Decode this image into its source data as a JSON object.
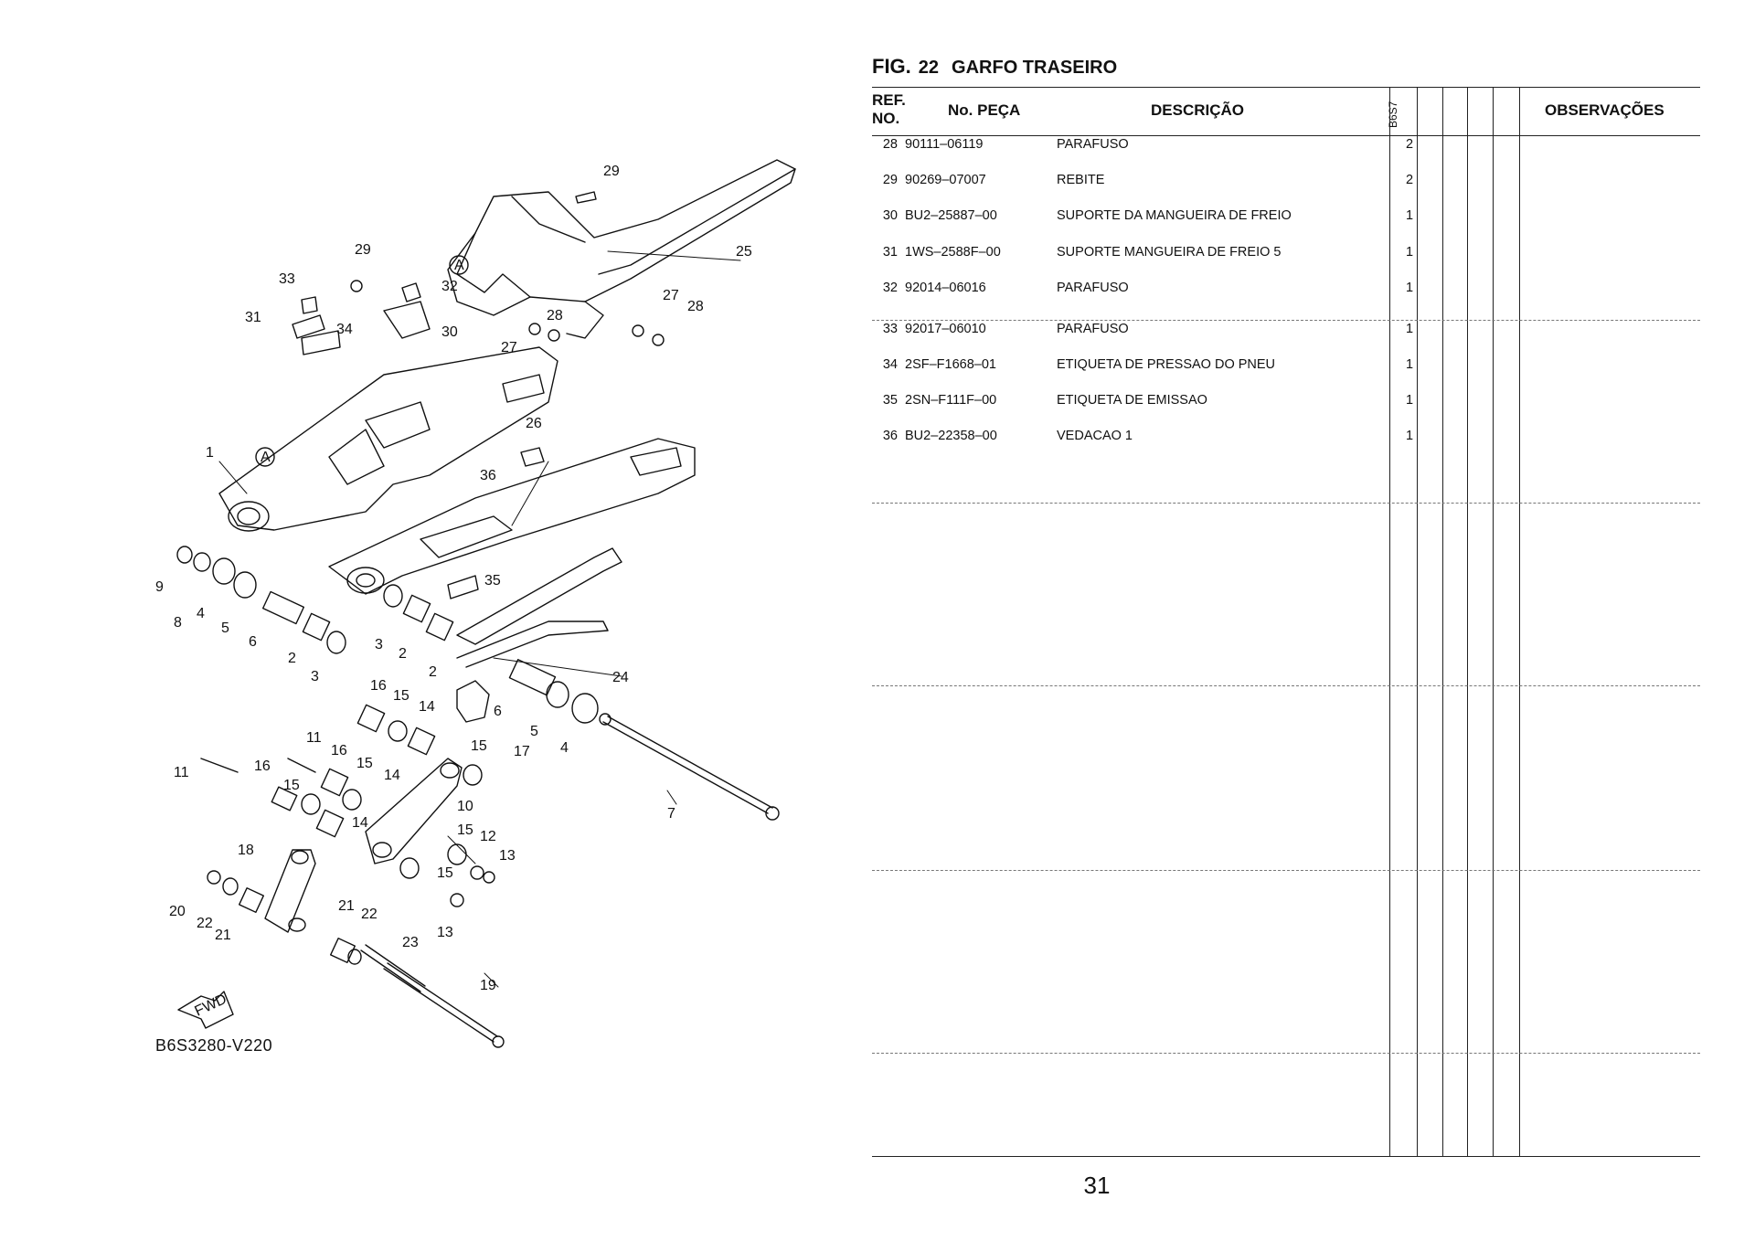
{
  "figure": {
    "fig_label": "FIG.",
    "number": "22",
    "title": "GARFO TRASEIRO"
  },
  "table": {
    "headers": {
      "ref": "REF.",
      "no": "NO.",
      "part_no": "No. PEÇA",
      "description": "DESCRIÇÃO",
      "model": "B6S7",
      "observations": "OBSERVAÇÕES"
    },
    "rows": [
      {
        "ref": "28",
        "part": "90111–06119",
        "desc": "PARAFUSO",
        "qty": "2"
      },
      {
        "ref": "29",
        "part": "90269–07007",
        "desc": "REBITE",
        "qty": "2"
      },
      {
        "ref": "30",
        "part": "BU2–25887–00",
        "desc": "SUPORTE DA MANGUEIRA DE FREIO",
        "qty": "1"
      },
      {
        "ref": "31",
        "part": "1WS–2588F–00",
        "desc": "SUPORTE MANGUEIRA DE FREIO 5",
        "qty": "1"
      },
      {
        "ref": "32",
        "part": "92014–06016",
        "desc": "PARAFUSO",
        "qty": "1"
      },
      {
        "ref": "33",
        "part": "92017–06010",
        "desc": "PARAFUSO",
        "qty": "1"
      },
      {
        "ref": "34",
        "part": "2SF–F1668–01",
        "desc": "ETIQUETA DE PRESSAO DO PNEU",
        "qty": "1"
      },
      {
        "ref": "35",
        "part": "2SN–F111F–00",
        "desc": "ETIQUETA DE EMISSAO",
        "qty": "1"
      },
      {
        "ref": "36",
        "part": "BU2–22358–00",
        "desc": "VEDACAO 1",
        "qty": "1"
      }
    ]
  },
  "diagram": {
    "code": "B6S3280-V220",
    "fwd_label": "FWD",
    "ref_marker": "A",
    "callouts": [
      "1",
      "2",
      "3",
      "4",
      "5",
      "6",
      "7",
      "8",
      "9",
      "10",
      "11",
      "12",
      "13",
      "14",
      "15",
      "16",
      "17",
      "18",
      "19",
      "20",
      "21",
      "22",
      "23",
      "24",
      "25",
      "26",
      "27",
      "28",
      "29",
      "30",
      "31",
      "32",
      "33",
      "34",
      "35",
      "36"
    ]
  },
  "page_number": "31"
}
